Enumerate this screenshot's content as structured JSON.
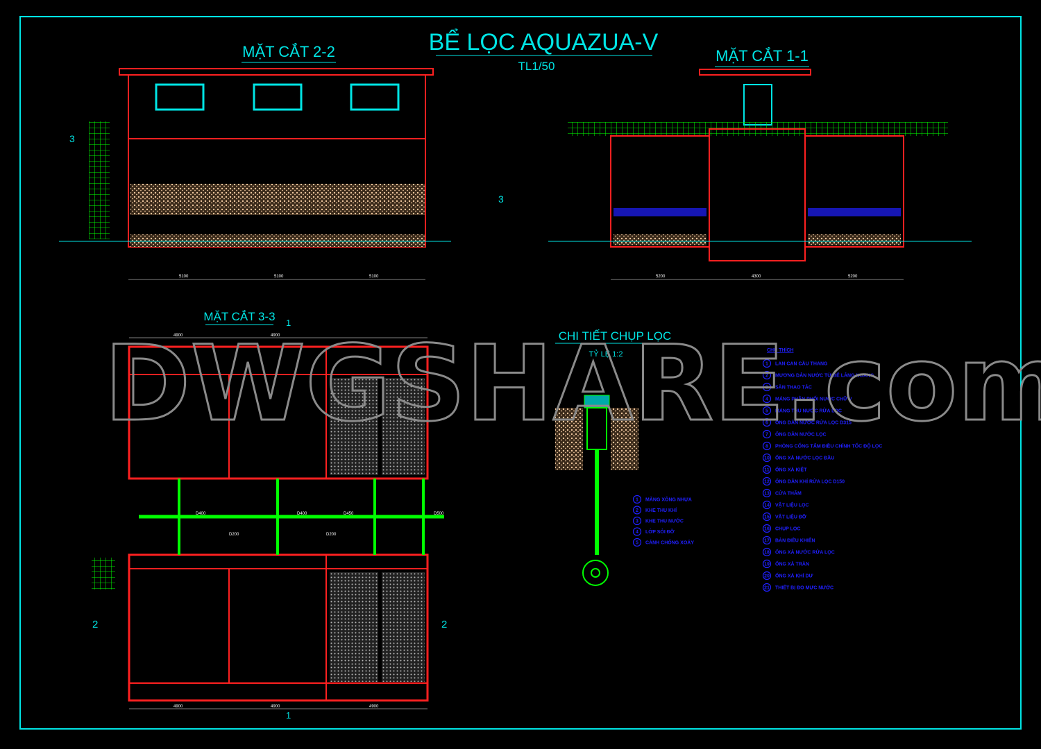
{
  "drawing": {
    "title": "BỂ LỌC AQUAZUA-V",
    "scale": "TL1/50",
    "watermark": "DWGSHARE.com",
    "colors": {
      "background": "#000000",
      "frame": "#00e5e5",
      "wall": "#ff2020",
      "pipe": "#00ff00",
      "legend": "#2020ff",
      "fill": "#f0c8a0"
    }
  },
  "sections": {
    "s22": {
      "title": "MẶT CẮT 2-2",
      "dims": [
        "5100",
        "5100",
        "5100"
      ],
      "marker": "3"
    },
    "s11": {
      "title": "MẶT CẮT 1-1",
      "dims": [
        "5200",
        "4300",
        "5200"
      ]
    },
    "s33": {
      "title": "MẶT CẮT 3-3",
      "dims": [
        "4900",
        "4900",
        "4900"
      ],
      "markers": [
        "1",
        "2"
      ],
      "pipes": [
        "D400",
        "D400",
        "D450",
        "D500",
        "D200",
        "D200"
      ]
    },
    "detail": {
      "title": "CHI TIẾT CHỤP LỌC",
      "scale": "TỶ LỆ 1:2"
    }
  },
  "detail_legend": [
    {
      "n": "1",
      "label": "MĂNG XÔNG NHỰA"
    },
    {
      "n": "2",
      "label": "KHE THU KHÍ"
    },
    {
      "n": "3",
      "label": "KHE THU NƯỚC"
    },
    {
      "n": "4",
      "label": "LỚP SỎI ĐỠ"
    },
    {
      "n": "5",
      "label": "CÁNH CHỐNG XOÁY"
    }
  ],
  "legend": {
    "title": "CHÚ THÍCH",
    "items": [
      {
        "n": "1",
        "label": "LAN CAN CẦU THANG"
      },
      {
        "n": "2",
        "label": "MƯƠNG DẪN NƯỚC TỪ BỂ LẮNG NGANG"
      },
      {
        "n": "3",
        "label": "SÀN THAO TÁC"
      },
      {
        "n": "4",
        "label": "MÁNG PHÂN PHỐI NƯỚC CHỮ V"
      },
      {
        "n": "5",
        "label": "MÁNG THU NƯỚC RỬA LỌC"
      },
      {
        "n": "6",
        "label": "ỐNG DẪN NƯỚC RỬA LỌC D315"
      },
      {
        "n": "7",
        "label": "ỐNG DẪN NƯỚC LỌC"
      },
      {
        "n": "8",
        "label": "PHÒNG CỐNG TẤM ĐIỀU CHỈNH TỐC ĐỘ LỌC"
      },
      {
        "n": "10",
        "label": "ỐNG XẢ NƯỚC LỌC ĐẦU"
      },
      {
        "n": "11",
        "label": "ỐNG XẢ KIỆT"
      },
      {
        "n": "12",
        "label": "ỐNG DẪN KHÍ RỬA LỌC D150"
      },
      {
        "n": "13",
        "label": "CỬA THĂM"
      },
      {
        "n": "14",
        "label": "VẬT LIỆU LỌC"
      },
      {
        "n": "15",
        "label": "VẬT LIỆU ĐỠ"
      },
      {
        "n": "16",
        "label": "CHỤP LỌC"
      },
      {
        "n": "17",
        "label": "BÀN ĐIỀU KHIỂN"
      },
      {
        "n": "18",
        "label": "ỐNG XẢ NƯỚC RỬA LỌC"
      },
      {
        "n": "19",
        "label": "ỐNG XẢ TRÀN"
      },
      {
        "n": "20",
        "label": "ỐNG XẢ KHÍ DƯ"
      },
      {
        "n": "21",
        "label": "THIẾT BỊ ĐO MỰC NƯỚC"
      }
    ]
  }
}
